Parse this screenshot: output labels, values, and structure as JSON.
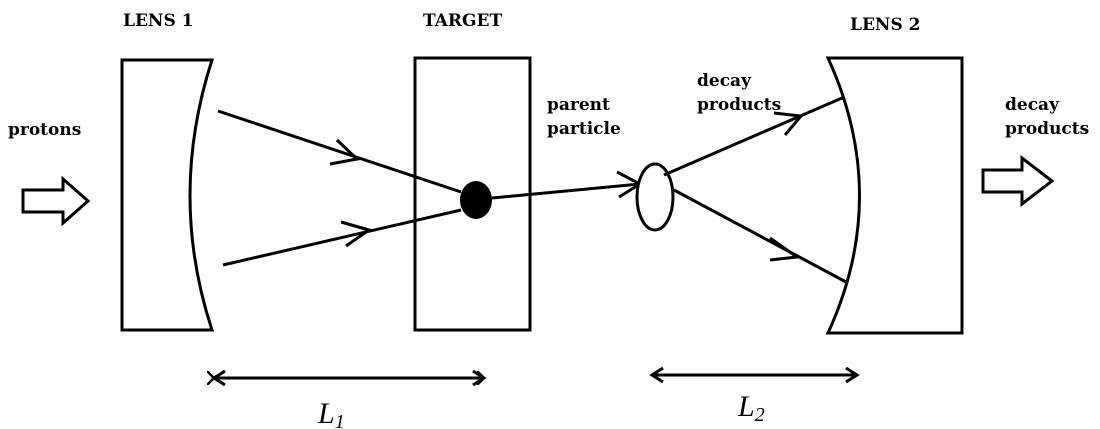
{
  "labels": {
    "lens1": "LENS 1",
    "target": "TARGET",
    "lens2": "LENS 2",
    "protons": "protons",
    "parent_line1": "parent",
    "parent_line2": "particle",
    "decay_mid_line1": "decay",
    "decay_mid_line2": "products",
    "decay_out_line1": "decay",
    "decay_out_line2": "products"
  },
  "distances": {
    "l1_main": "L",
    "l1_sub": "1",
    "l2_main": "L",
    "l2_sub": "2"
  },
  "colors": {
    "ink": "#000000",
    "background": "#ffffff"
  }
}
